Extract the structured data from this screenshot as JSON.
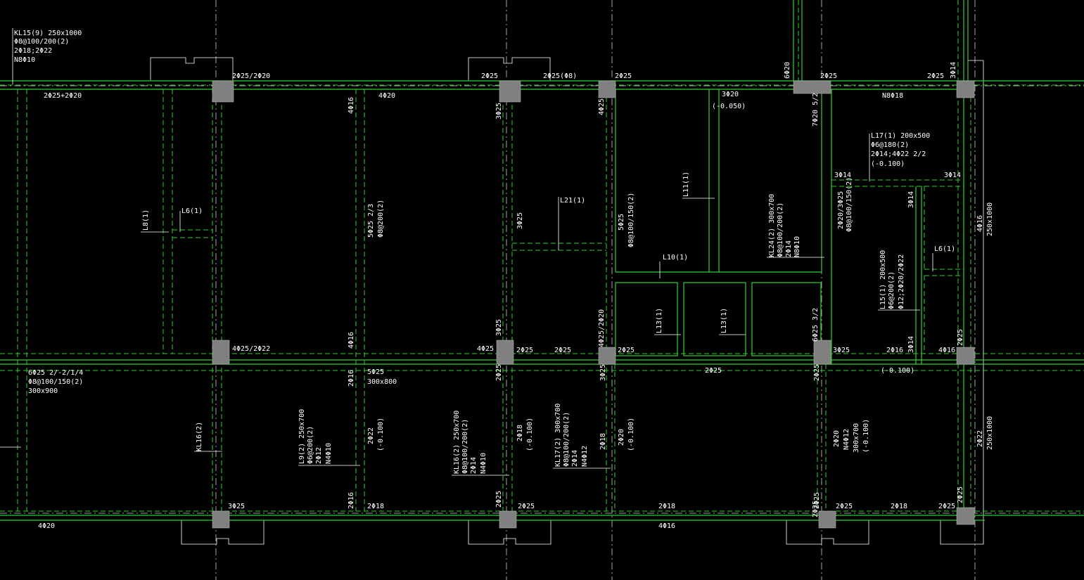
{
  "drawing": {
    "colors": {
      "background": "#000000",
      "beam_line": "#2fd12f",
      "axis_line": "#cfcfcf",
      "column_fill": "#808080",
      "annotation_text": "#ffffff"
    },
    "annotations": {
      "kl15_1": "KL15(9) 250x1000",
      "kl15_2": "Φ8@100/200(2)",
      "kl15_3": "2Φ18;2Φ22",
      "kl15_4": "N8Φ10",
      "t_2p25_2p20": "2Φ25/2Φ20",
      "t_2p25_a": "2Φ25",
      "t_2p25_b": "2Φ25(Φ8)",
      "t_2p25_c": "2Φ25",
      "t_6p20": "6Φ20",
      "t_2p25_d": "2Φ25",
      "t_2p25_e": "2Φ25",
      "t_2p25plus": "2Φ25+2Φ20",
      "t_4p20": "4Φ20",
      "t_4p16_top": "4Φ16",
      "t_3p25_top": "3Φ25",
      "t_4p25_top": "4Φ25",
      "t_3p20_1": "3Φ20",
      "t_3p20_2": "(-0.050)",
      "t_7p20": "7Φ20 5/2",
      "t_n8p18": "N8Φ18",
      "l17_1": "L17(1) 200x500",
      "l17_2": "Φ6@180(2)",
      "l17_3": "2Φ14;4Φ22 2/2",
      "l17_4": "(-0.100)",
      "t_3p14_a": "3Φ14",
      "t_3p14_b": "3Φ14",
      "t_3p14_c": "3Φ14",
      "t_2p20_3p25_1": "2Φ20/3Φ25",
      "t_2p20_3p25_2": "Φ8@100/150(2)",
      "t_4p16_r": "4Φ16",
      "t_250x1000_r": "250x1000",
      "t_l6_a": "L6(1)",
      "t_l8": "L8(1)",
      "t_5p25_1": "5Φ25 2/3",
      "t_5p25_2": "Φ8@200(2)",
      "t_3p25_mid": "3Φ25",
      "t_l21": "L21(1)",
      "t_5p25v_1": "5Φ25",
      "t_5p25v_2": "Φ8@100/150(2)",
      "t_l11": "L11(1)",
      "kl24_1": "KL24(2) 300x700",
      "kl24_2": "Φ8@100/200(2)",
      "kl24_3": "2Φ14",
      "kl24_4": "N8Φ10",
      "t_l10": "L10(1)",
      "t_l6_b": "L6(1)",
      "l15_1": "L15(1) 200x500",
      "l15_2": "Φ6@200(2)",
      "l15_3": "Φ12;2Φ20/2Φ22",
      "t_l13_a": "L13(1)",
      "t_l13_b": "L13(1)",
      "t_4p25_2p22": "4Φ25/2Φ22",
      "t_4p16_mid": "4Φ16",
      "t_3p25_vmid": "3Φ25",
      "t_4p25_mid": "4Φ25",
      "t_2p25_m1": "2Φ25",
      "t_2p25_m2": "2Φ25",
      "t_4p25_2p20": "4Φ25/2Φ20",
      "t_2p25_m3": "2Φ25",
      "t_6p25_v": "6Φ25 3/2",
      "t_3p25_m": "3Φ25",
      "t_2p16": "2Φ16",
      "t_3p14_d": "3Φ14",
      "t_4p16_m2": "4Φ16",
      "t_2p25_vr": "2Φ25",
      "t_m0100": "(-0.100)",
      "t_2p25_center": "2Φ25",
      "kl_b_1": "6Φ25 2/-2/1/4",
      "kl_b_2": "Φ8@100/150(2)",
      "kl_b_3": "300x900",
      "t_2p16_l": "2Φ16",
      "t_5p25_b1": "5Φ25",
      "t_5p25_b2": "300x800",
      "t_2p25_vb1": "2Φ25",
      "t_3p25_vb2": "3Φ25",
      "t_kl16_2": "KL16(2)",
      "l9_1": "L9(2) 250x700",
      "l9_2": "Φ6@200(2)",
      "l9_3": "2Φ12",
      "l9_4": "N4Φ10",
      "t_2p22_1": "2Φ22",
      "t_2p22_2": "(-0.100)",
      "kl16_1": "KL16(2) 250x700",
      "kl16_2": "Φ8@100/200(2)",
      "kl16_3": "2Φ14",
      "kl16_4": "N4Φ10",
      "t_2p18_1": "2Φ18",
      "t_2p18_2": "(-0.100)",
      "kl17_1": "KL17(2) 300x700",
      "kl17_2": "Φ8@100/200(2)",
      "kl17_3": "2Φ14",
      "kl17_4": "N4Φ12",
      "t_2p18_v": "2Φ18",
      "t_2p20_b1": "2Φ20",
      "t_2p20_b2": "(-0.100)",
      "t_2p20_c1": "2Φ20",
      "t_2p20_c2": "N4Φ12",
      "t_2p20_c3": "300x700",
      "t_2p20_c4": "(-0.100)",
      "t_2p22_r": "2Φ22",
      "t_250x1000_r2": "250x1000",
      "t_2p25_bot1": "2Φ25",
      "t_2p16_b": "2Φ16",
      "t_3p25_b": "3Φ25",
      "t_2p18_b1": "2Φ18",
      "t_2p25_bot2": "2Φ25",
      "t_2p25_bot3": "2Φ25",
      "t_2p18_b2": "2Φ18",
      "t_2p25_bot4": "2Φ25",
      "t_2p25_bot5": "2Φ25",
      "t_2p18_b3": "2Φ18",
      "t_2p25_bot6": "2Φ25",
      "t_2p25_bot7": "2Φ25",
      "t_4p20_bot": "4Φ20",
      "t_4p16_bot": "4Φ16",
      "t_kl_edge": "3Φ14"
    }
  }
}
